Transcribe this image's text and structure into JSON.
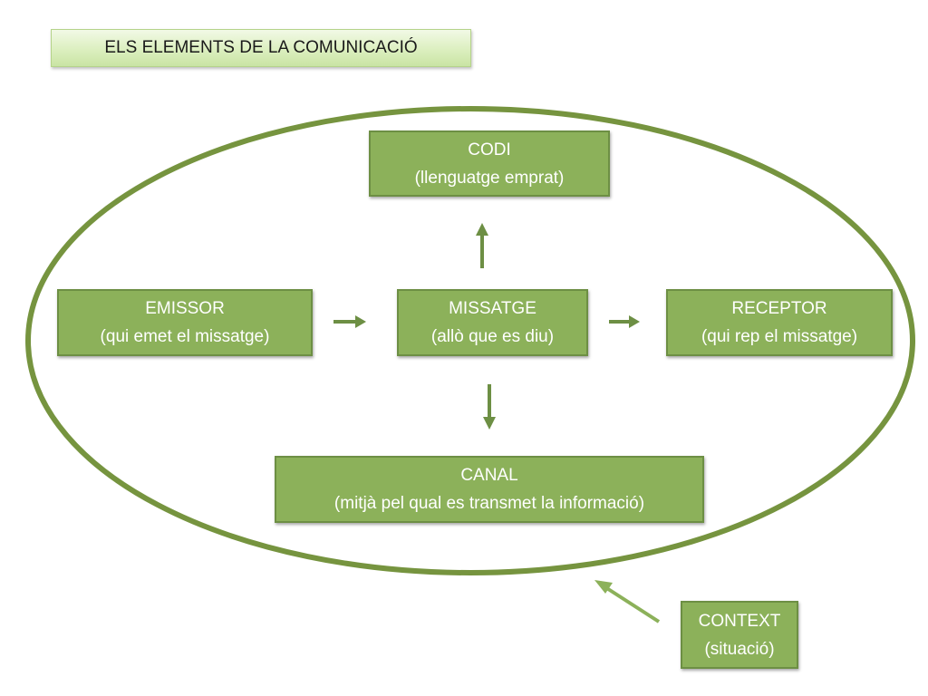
{
  "title": "ELS ELEMENTS DE LA COMUNICACIÓ",
  "nodes": {
    "codi": {
      "label": "CODI",
      "sublabel": "(llenguatge emprat)"
    },
    "emissor": {
      "label": "EMISSOR",
      "sublabel": "(qui emet el missatge)"
    },
    "missatge": {
      "label": "MISSATGE",
      "sublabel": "(allò que es diu)"
    },
    "receptor": {
      "label": "RECEPTOR",
      "sublabel": "(qui rep el missatge)"
    },
    "canal": {
      "label": "CANAL",
      "sublabel": "(mitjà pel qual es transmet la informació)"
    },
    "context": {
      "label": "CONTEXT",
      "sublabel": "(situació)"
    }
  },
  "colors": {
    "box_fill": "#8cb15a",
    "box_border": "#6d8f44",
    "ellipse_stroke": "#76943f",
    "arrow": "#6d8f44",
    "title_fill": "#dcefbf",
    "box_text": "#ffffff"
  }
}
